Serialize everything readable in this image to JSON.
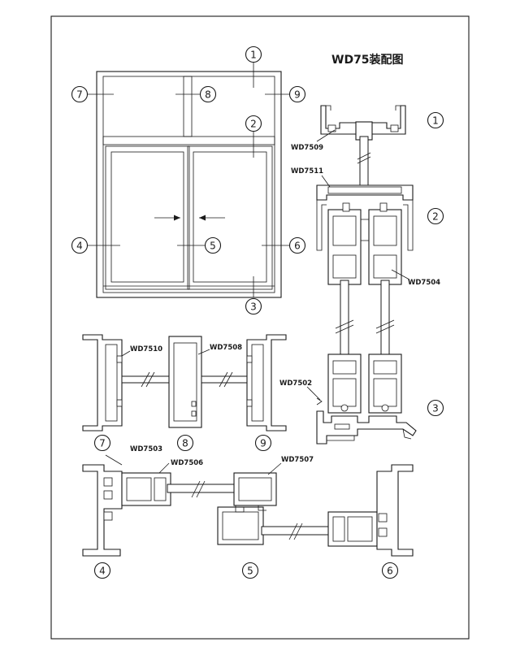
{
  "title": "WD75装配图",
  "profiles": {
    "p7509": "WD7509",
    "p7511": "WD7511",
    "p7504": "WD7504",
    "p7502": "WD7502",
    "p7510": "WD7510",
    "p7508": "WD7508",
    "p7503": "WD7503",
    "p7506": "WD7506",
    "p7507": "WD7507"
  },
  "callouts": {
    "c1": "1",
    "c2": "2",
    "c3": "3",
    "c4": "4",
    "c5": "5",
    "c6": "6",
    "c7": "7",
    "c8": "8",
    "c9": "9"
  },
  "colors": {
    "line": "#1a1a1a",
    "paper": "#ffffff"
  }
}
